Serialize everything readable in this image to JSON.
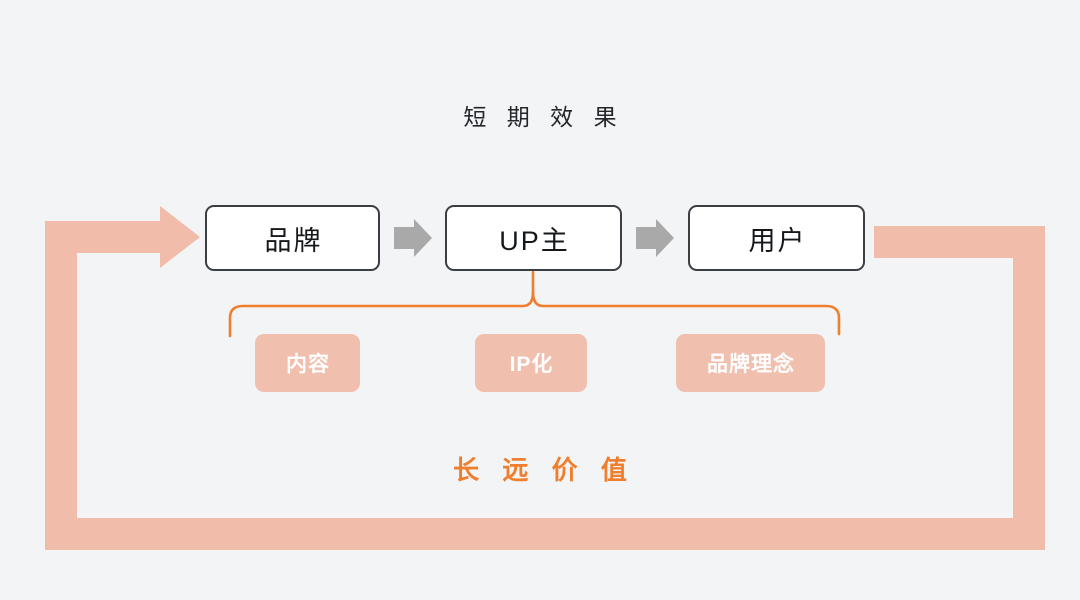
{
  "diagram": {
    "background_color": "#f2f4f6",
    "title": "短 期 效 果",
    "footnote": "长 远 价 值",
    "flow": {
      "boxes": [
        {
          "label": "品牌",
          "name": "flow-box-brand"
        },
        {
          "label": "UP主",
          "name": "flow-box-upmaster"
        },
        {
          "label": "用户",
          "name": "flow-box-user"
        }
      ],
      "connector_icons": [
        "right-arrow-icon",
        "right-arrow-icon"
      ],
      "connector_color": "#a9a9a9",
      "box_fill": "#ffffff",
      "box_border": "#3b3e42"
    },
    "tags": [
      {
        "label": "内容"
      },
      {
        "label": "IP化"
      },
      {
        "label": "品牌理念"
      }
    ],
    "tag_fill": "#f1bfad",
    "tag_text_color": "#ffffff",
    "brace": {
      "name": "curly-brace-connector",
      "color": "#ef7f2e"
    },
    "feedback_loop": {
      "name": "feedback-loop-arrow",
      "color": "#f2bcaa",
      "arrowhead": "left-to-right-arrowhead"
    },
    "accent_color": "#ef7f2e"
  }
}
